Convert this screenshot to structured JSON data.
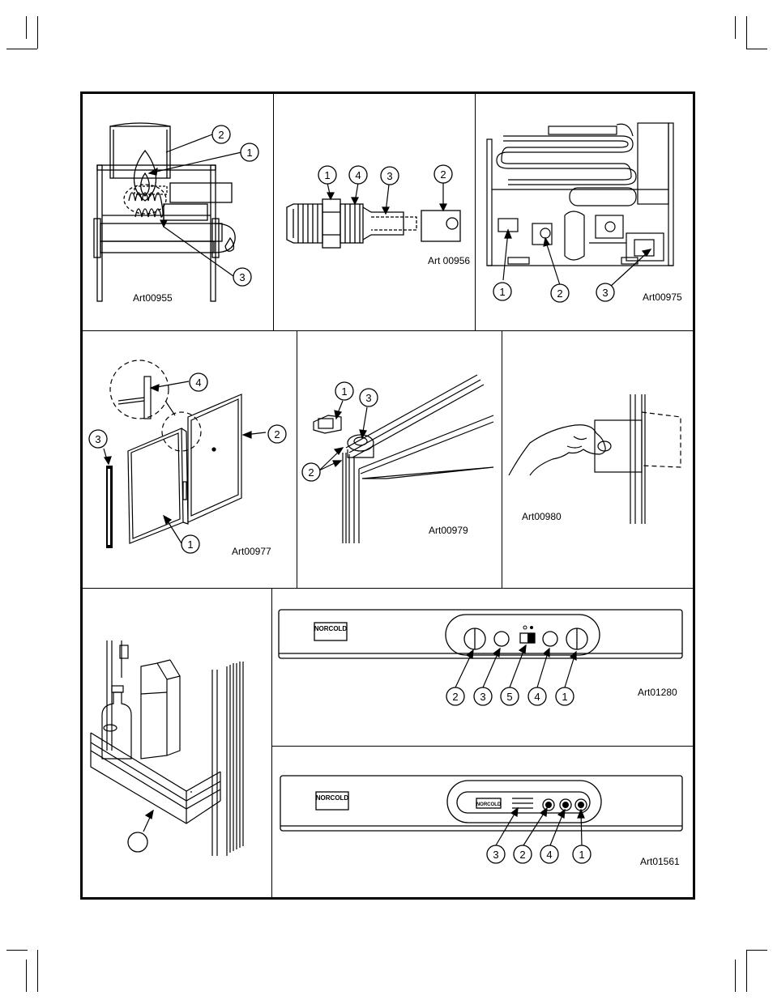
{
  "figures": [
    {
      "id": "fig1",
      "art": "Art00955",
      "callouts": [
        "2",
        "1",
        "3"
      ]
    },
    {
      "id": "fig2",
      "art": "Art 00956",
      "callouts": [
        "1",
        "4",
        "3",
        "2"
      ]
    },
    {
      "id": "fig3",
      "art": "Art00975",
      "callouts": [
        "1",
        "2",
        "3"
      ]
    },
    {
      "id": "fig4",
      "art": "Art00977",
      "callouts": [
        "4",
        "3",
        "2",
        "1"
      ]
    },
    {
      "id": "fig5",
      "art": "Art00979",
      "callouts": [
        "1",
        "3",
        "2"
      ]
    },
    {
      "id": "fig6",
      "art": "Art00980",
      "callouts": []
    },
    {
      "id": "fig7",
      "art": "",
      "callouts": [
        ""
      ]
    },
    {
      "id": "fig8",
      "art": "Art01280",
      "callouts": [
        "2",
        "3",
        "5",
        "4",
        "1"
      ]
    },
    {
      "id": "fig9",
      "art": "Art01561",
      "callouts": [
        "3",
        "2",
        "4",
        "1"
      ]
    }
  ]
}
